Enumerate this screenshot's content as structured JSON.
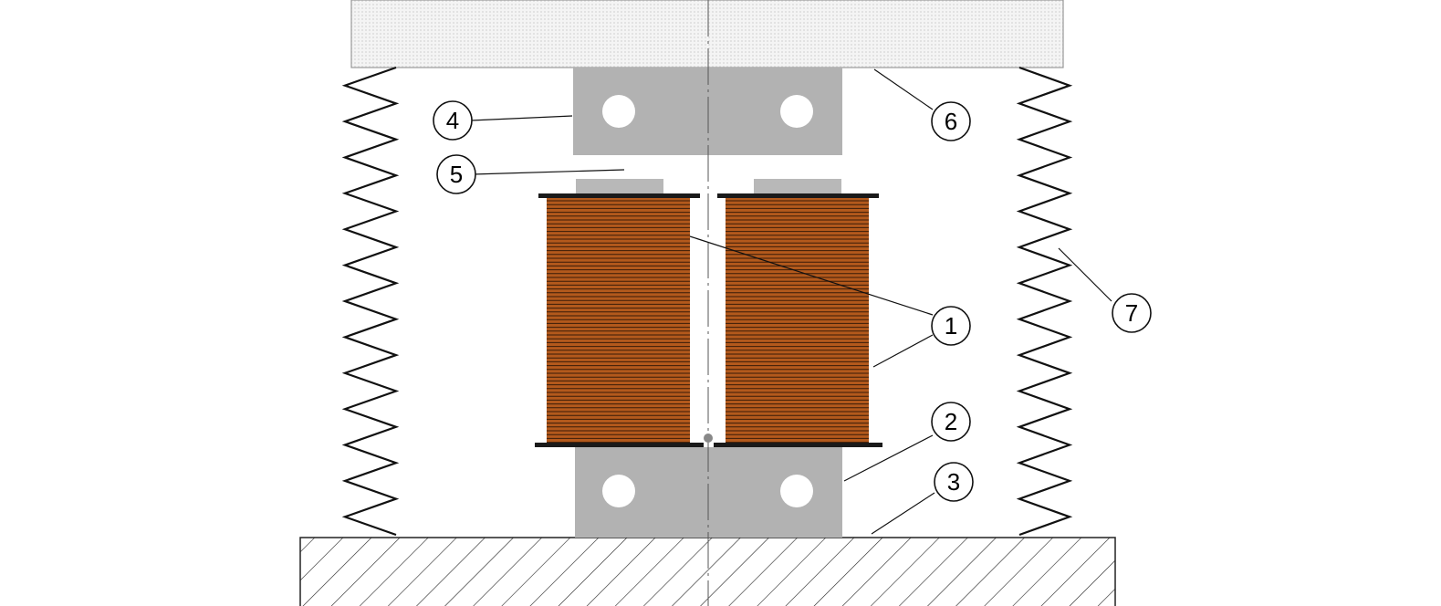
{
  "diagram": {
    "callouts": [
      {
        "id": "1",
        "label": "1"
      },
      {
        "id": "2",
        "label": "2"
      },
      {
        "id": "3",
        "label": "3"
      },
      {
        "id": "4",
        "label": "4"
      },
      {
        "id": "5",
        "label": "5"
      },
      {
        "id": "6",
        "label": "6"
      },
      {
        "id": "7",
        "label": "7"
      }
    ],
    "colors": {
      "copper": "#b3591c",
      "copper_dark": "#3a1c08",
      "steel": "#b2b2b2",
      "steel_dark": "#8d8d8d",
      "line": "#111111",
      "top_plate": "#ebebeb"
    }
  }
}
